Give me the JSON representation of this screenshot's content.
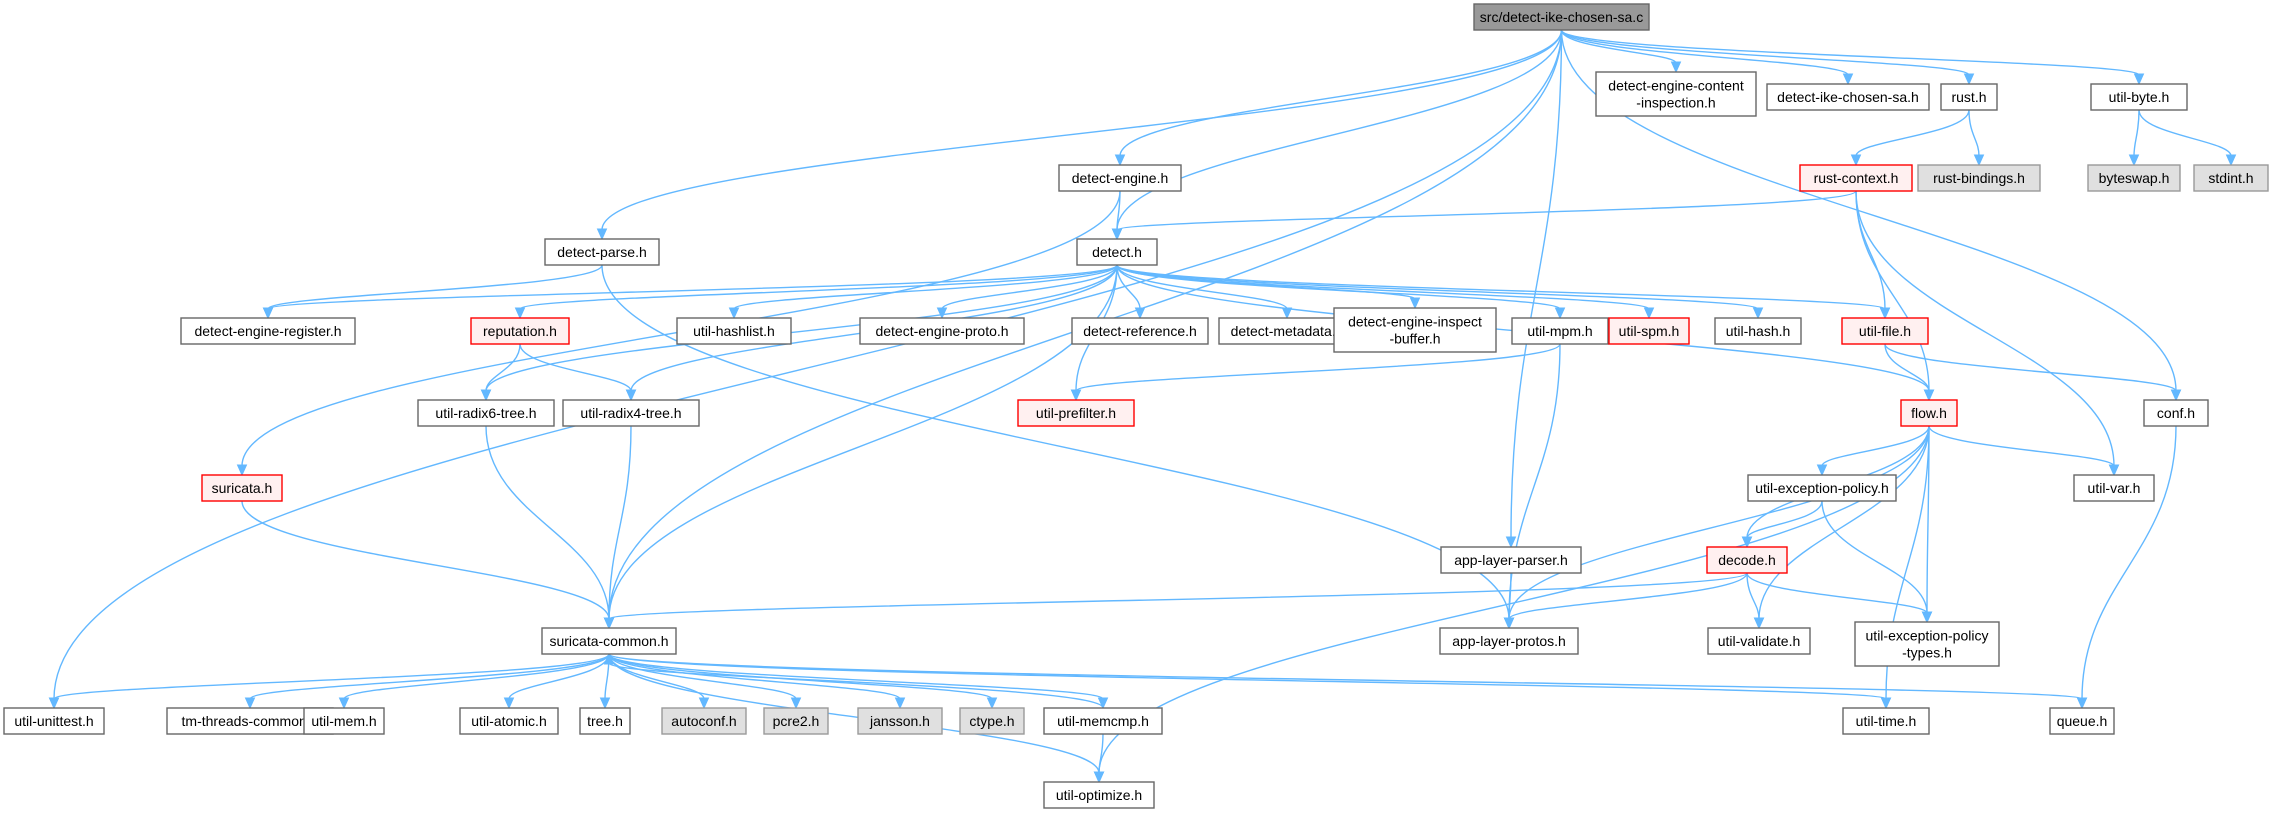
{
  "colors": {
    "edge": "#63b8ff",
    "root_fill": "#999999",
    "root_stroke": "#666666",
    "normal_fill": "#ffffff",
    "normal_stroke": "#666666",
    "truncated_fill": "#fff0f0",
    "truncated_stroke": "#ff0000",
    "system_fill": "#e0e0e0",
    "system_stroke": "#999999"
  },
  "nodes": [
    {
      "id": "root",
      "lines": [
        "src/detect-ike-chosen-sa.c"
      ],
      "kind": "root"
    },
    {
      "id": "detect_engine_content_inspection",
      "lines": [
        "detect-engine-content",
        "-inspection.h"
      ],
      "kind": "normal"
    },
    {
      "id": "detect_ike_chosen_sa",
      "lines": [
        "detect-ike-chosen-sa.h"
      ],
      "kind": "normal"
    },
    {
      "id": "rust",
      "lines": [
        "rust.h"
      ],
      "kind": "normal"
    },
    {
      "id": "util_byte",
      "lines": [
        "util-byte.h"
      ],
      "kind": "normal"
    },
    {
      "id": "rust_bindings",
      "lines": [
        "rust-bindings.h"
      ],
      "kind": "system"
    },
    {
      "id": "byteswap",
      "lines": [
        "byteswap.h"
      ],
      "kind": "system"
    },
    {
      "id": "stdint",
      "lines": [
        "stdint.h"
      ],
      "kind": "system"
    },
    {
      "id": "detect_engine",
      "lines": [
        "detect-engine.h"
      ],
      "kind": "normal"
    },
    {
      "id": "rust_context",
      "lines": [
        "rust-context.h"
      ],
      "kind": "truncated"
    },
    {
      "id": "detect_parse",
      "lines": [
        "detect-parse.h"
      ],
      "kind": "normal"
    },
    {
      "id": "detect",
      "lines": [
        "detect.h"
      ],
      "kind": "normal"
    },
    {
      "id": "detect_engine_register",
      "lines": [
        "detect-engine-register.h"
      ],
      "kind": "normal"
    },
    {
      "id": "reputation",
      "lines": [
        "reputation.h"
      ],
      "kind": "truncated"
    },
    {
      "id": "util_hashlist",
      "lines": [
        "util-hashlist.h"
      ],
      "kind": "normal"
    },
    {
      "id": "detect_engine_proto",
      "lines": [
        "detect-engine-proto.h"
      ],
      "kind": "normal"
    },
    {
      "id": "detect_reference",
      "lines": [
        "detect-reference.h"
      ],
      "kind": "normal"
    },
    {
      "id": "detect_metadata",
      "lines": [
        "detect-metadata.h"
      ],
      "kind": "normal"
    },
    {
      "id": "detect_engine_inspect_buffer",
      "lines": [
        "detect-engine-inspect",
        "-buffer.h"
      ],
      "kind": "normal"
    },
    {
      "id": "util_mpm",
      "lines": [
        "util-mpm.h"
      ],
      "kind": "normal"
    },
    {
      "id": "util_spm",
      "lines": [
        "util-spm.h"
      ],
      "kind": "truncated"
    },
    {
      "id": "util_hash",
      "lines": [
        "util-hash.h"
      ],
      "kind": "normal"
    },
    {
      "id": "util_file",
      "lines": [
        "util-file.h"
      ],
      "kind": "truncated"
    },
    {
      "id": "util_radix6_tree",
      "lines": [
        "util-radix6-tree.h"
      ],
      "kind": "normal"
    },
    {
      "id": "util_radix4_tree",
      "lines": [
        "util-radix4-tree.h"
      ],
      "kind": "normal"
    },
    {
      "id": "util_prefilter",
      "lines": [
        "util-prefilter.h"
      ],
      "kind": "truncated"
    },
    {
      "id": "flow",
      "lines": [
        "flow.h"
      ],
      "kind": "truncated"
    },
    {
      "id": "conf",
      "lines": [
        "conf.h"
      ],
      "kind": "normal"
    },
    {
      "id": "suricata",
      "lines": [
        "suricata.h"
      ],
      "kind": "truncated"
    },
    {
      "id": "util_exception_policy",
      "lines": [
        "util-exception-policy.h"
      ],
      "kind": "normal"
    },
    {
      "id": "util_var",
      "lines": [
        "util-var.h"
      ],
      "kind": "normal"
    },
    {
      "id": "app_layer_parser",
      "lines": [
        "app-layer-parser.h"
      ],
      "kind": "normal"
    },
    {
      "id": "decode",
      "lines": [
        "decode.h"
      ],
      "kind": "truncated"
    },
    {
      "id": "suricata_common",
      "lines": [
        "suricata-common.h"
      ],
      "kind": "normal"
    },
    {
      "id": "app_layer_protos",
      "lines": [
        "app-layer-protos.h"
      ],
      "kind": "normal"
    },
    {
      "id": "util_validate",
      "lines": [
        "util-validate.h"
      ],
      "kind": "normal"
    },
    {
      "id": "util_exception_policy_types",
      "lines": [
        "util-exception-policy",
        "-types.h"
      ],
      "kind": "normal"
    },
    {
      "id": "util_unittest",
      "lines": [
        "util-unittest.h"
      ],
      "kind": "normal"
    },
    {
      "id": "tm_threads_common",
      "lines": [
        "tm-threads-common.h"
      ],
      "kind": "normal"
    },
    {
      "id": "util_mem",
      "lines": [
        "util-mem.h"
      ],
      "kind": "normal"
    },
    {
      "id": "util_atomic",
      "lines": [
        "util-atomic.h"
      ],
      "kind": "normal"
    },
    {
      "id": "tree",
      "lines": [
        "tree.h"
      ],
      "kind": "normal"
    },
    {
      "id": "autoconf",
      "lines": [
        "autoconf.h"
      ],
      "kind": "system"
    },
    {
      "id": "pcre2",
      "lines": [
        "pcre2.h"
      ],
      "kind": "system"
    },
    {
      "id": "jansson",
      "lines": [
        "jansson.h"
      ],
      "kind": "system"
    },
    {
      "id": "ctype",
      "lines": [
        "ctype.h"
      ],
      "kind": "system"
    },
    {
      "id": "util_memcmp",
      "lines": [
        "util-memcmp.h"
      ],
      "kind": "normal"
    },
    {
      "id": "util_time",
      "lines": [
        "util-time.h"
      ],
      "kind": "normal"
    },
    {
      "id": "queue",
      "lines": [
        "queue.h"
      ],
      "kind": "normal"
    },
    {
      "id": "util_optimize",
      "lines": [
        "util-optimize.h"
      ],
      "kind": "normal"
    }
  ],
  "edges": [
    [
      "root",
      "detect_engine_content_inspection"
    ],
    [
      "root",
      "detect_ike_chosen_sa"
    ],
    [
      "root",
      "rust"
    ],
    [
      "root",
      "util_byte"
    ],
    [
      "root",
      "conf"
    ],
    [
      "root",
      "detect_engine"
    ],
    [
      "root",
      "detect_parse"
    ],
    [
      "root",
      "detect"
    ],
    [
      "root",
      "app_layer_parser"
    ],
    [
      "root",
      "suricata_common"
    ],
    [
      "root",
      "util_unittest"
    ],
    [
      "rust",
      "rust_bindings"
    ],
    [
      "rust",
      "rust_context"
    ],
    [
      "util_byte",
      "byteswap"
    ],
    [
      "util_byte",
      "stdint"
    ],
    [
      "rust_context",
      "detect"
    ],
    [
      "rust_context",
      "flow"
    ],
    [
      "rust_context",
      "util_file"
    ],
    [
      "rust_context",
      "util_var"
    ],
    [
      "detect_engine",
      "detect"
    ],
    [
      "detect_engine",
      "suricata"
    ],
    [
      "detect_parse",
      "detect_engine_register"
    ],
    [
      "detect_parse",
      "app_layer_protos"
    ],
    [
      "detect",
      "detect_engine_register"
    ],
    [
      "detect",
      "reputation"
    ],
    [
      "detect",
      "util_hashlist"
    ],
    [
      "detect",
      "detect_engine_proto"
    ],
    [
      "detect",
      "detect_reference"
    ],
    [
      "detect",
      "detect_metadata"
    ],
    [
      "detect",
      "detect_engine_inspect_buffer"
    ],
    [
      "detect",
      "util_mpm"
    ],
    [
      "detect",
      "util_spm"
    ],
    [
      "detect",
      "util_hash"
    ],
    [
      "detect",
      "util_file"
    ],
    [
      "detect",
      "flow"
    ],
    [
      "detect",
      "util_radix6_tree"
    ],
    [
      "detect",
      "util_radix4_tree"
    ],
    [
      "detect",
      "util_prefilter"
    ],
    [
      "detect",
      "suricata_common"
    ],
    [
      "reputation",
      "util_radix6_tree"
    ],
    [
      "reputation",
      "util_radix4_tree"
    ],
    [
      "util_mpm",
      "util_prefilter"
    ],
    [
      "util_mpm",
      "app_layer_protos"
    ],
    [
      "util_file",
      "flow"
    ],
    [
      "util_file",
      "conf"
    ],
    [
      "util_radix6_tree",
      "suricata_common"
    ],
    [
      "util_radix4_tree",
      "suricata_common"
    ],
    [
      "suricata",
      "suricata_common"
    ],
    [
      "conf",
      "queue"
    ],
    [
      "flow",
      "util_exception_policy"
    ],
    [
      "flow",
      "util_var"
    ],
    [
      "flow",
      "decode"
    ],
    [
      "flow",
      "app_layer_protos"
    ],
    [
      "flow",
      "util_validate"
    ],
    [
      "flow",
      "util_exception_policy_types"
    ],
    [
      "flow",
      "util_time"
    ],
    [
      "flow",
      "util_optimize"
    ],
    [
      "util_exception_policy",
      "decode"
    ],
    [
      "util_exception_policy",
      "util_exception_policy_types"
    ],
    [
      "app_layer_parser",
      "app_layer_protos"
    ],
    [
      "decode",
      "suricata_common"
    ],
    [
      "decode",
      "app_layer_protos"
    ],
    [
      "decode",
      "util_validate"
    ],
    [
      "decode",
      "util_exception_policy_types"
    ],
    [
      "suricata_common",
      "util_unittest"
    ],
    [
      "suricata_common",
      "tm_threads_common"
    ],
    [
      "suricata_common",
      "util_mem"
    ],
    [
      "suricata_common",
      "util_atomic"
    ],
    [
      "suricata_common",
      "tree"
    ],
    [
      "suricata_common",
      "autoconf"
    ],
    [
      "suricata_common",
      "pcre2"
    ],
    [
      "suricata_common",
      "jansson"
    ],
    [
      "suricata_common",
      "ctype"
    ],
    [
      "suricata_common",
      "util_memcmp"
    ],
    [
      "suricata_common",
      "util_time"
    ],
    [
      "suricata_common",
      "queue"
    ],
    [
      "suricata_common",
      "util_optimize"
    ],
    [
      "util_memcmp",
      "suricata_common"
    ],
    [
      "util_memcmp",
      "util_optimize"
    ]
  ]
}
